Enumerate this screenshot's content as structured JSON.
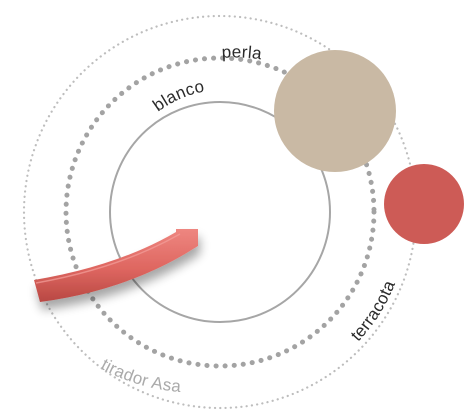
{
  "rings": [
    {
      "id": "blanco",
      "label": "blanco",
      "color": "#a6a6a6",
      "style": "solid"
    },
    {
      "id": "perla",
      "label": "perla",
      "color": "#a3a3a3",
      "style": "dotted-bold"
    },
    {
      "id": "terracota",
      "label": "terracota",
      "color": "#bdbdbd",
      "style": "dotted-fine"
    },
    {
      "id": "tirador",
      "label": "tirador Asa",
      "color": "#bdbdbd",
      "style": "dotted-fine"
    }
  ],
  "swatches": [
    {
      "id": "perla",
      "color": "#c9b9a4"
    },
    {
      "id": "terracota",
      "color": "#cd5b56"
    }
  ],
  "handle": {
    "color": "#de6660"
  },
  "label_colors": {
    "dark": "#2a2a2a",
    "light": "#aaaaaa"
  }
}
